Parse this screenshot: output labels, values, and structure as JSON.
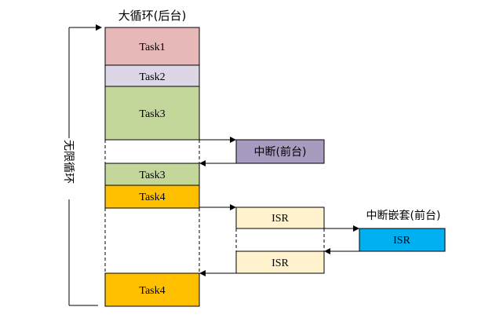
{
  "title": "大循环(后台)",
  "loop_label": "无限循环",
  "interrupt_label": "中断(前台)",
  "nested_label": "中断嵌套(前台)",
  "blocks": [
    {
      "label": "Task1",
      "color": "#e6b8b7"
    },
    {
      "label": "Task2",
      "color": "#dcd6e6"
    },
    {
      "label": "Task3",
      "color": "#c4d79b"
    },
    {
      "label": "Task3",
      "color": "#c4d79b"
    },
    {
      "label": "Task4",
      "color": "#ffc000"
    },
    {
      "label": "Task4",
      "color": "#ffc000"
    }
  ],
  "isr_blocks": [
    {
      "label": "ISR",
      "color": "#fff2cc"
    },
    {
      "label": "ISR",
      "color": "#00b0f0"
    },
    {
      "label": "ISR",
      "color": "#fff2cc"
    }
  ],
  "interrupt_color": "#a89bc0"
}
